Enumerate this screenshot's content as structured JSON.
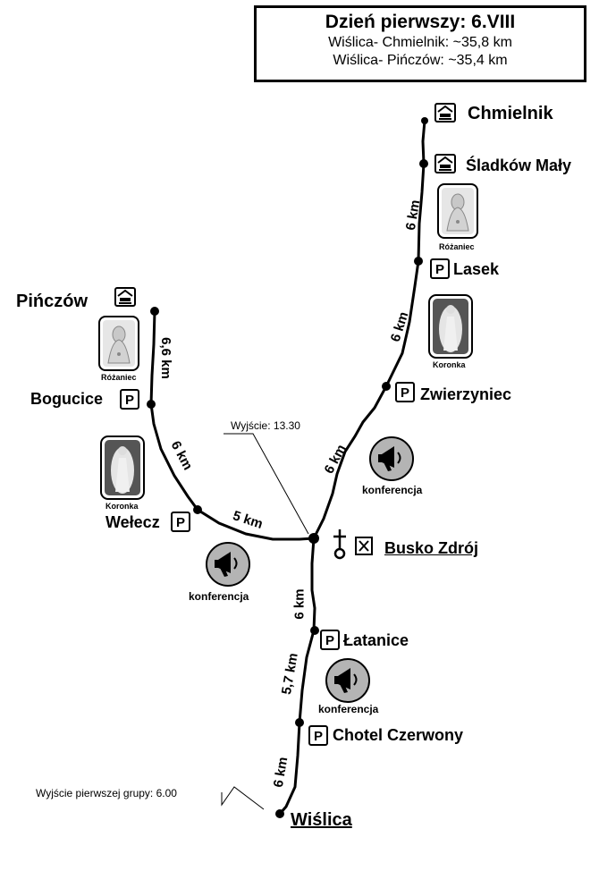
{
  "header": {
    "title": "Dzień pierwszy: 6.VIII",
    "line1": "Wiślica- Chmielnik: ~35,8 km",
    "line2": "Wiślica- Pińczów: ~35,4 km"
  },
  "places": {
    "chmielnik": "Chmielnik",
    "sladkow": "Śladków Mały",
    "lasek": "Lasek",
    "zwierzyniec": "Zwierzyniec",
    "pinczow": "Pińczów",
    "bogucice": "Bogucice",
    "welecz": "Wełecz",
    "busko": "Busko Zdrój",
    "latanice": "Łatanice",
    "chotel": "Chotel Czerwony",
    "wislica": "Wiślica"
  },
  "distances": {
    "sladkow_lasek": "6 km",
    "lasek_zwierzyniec": "6 km",
    "zwierzyniec_busko": "6 km",
    "pinczow_bogucice": "6,6 km",
    "bogucice_welecz": "6 km",
    "welecz_busko": "5 km",
    "busko_latanice": "6 km",
    "latanice_chotel": "5,7 km",
    "chotel_wislica": "6 km"
  },
  "notes": {
    "exit_busko": "Wyjście: 13.30",
    "exit_first_group": "Wyjście pierwszej grupy: 6.00"
  },
  "prayers": {
    "rozaniec": "Różaniec",
    "koronka": "Koronka"
  },
  "conference_label": "konferencja",
  "parking_letter": "P",
  "icons": [
    "bed-icon",
    "parking-icon",
    "church-icon",
    "restaurant-icon",
    "megaphone-icon",
    "mary-image-icon",
    "divine-mercy-image-icon"
  ]
}
